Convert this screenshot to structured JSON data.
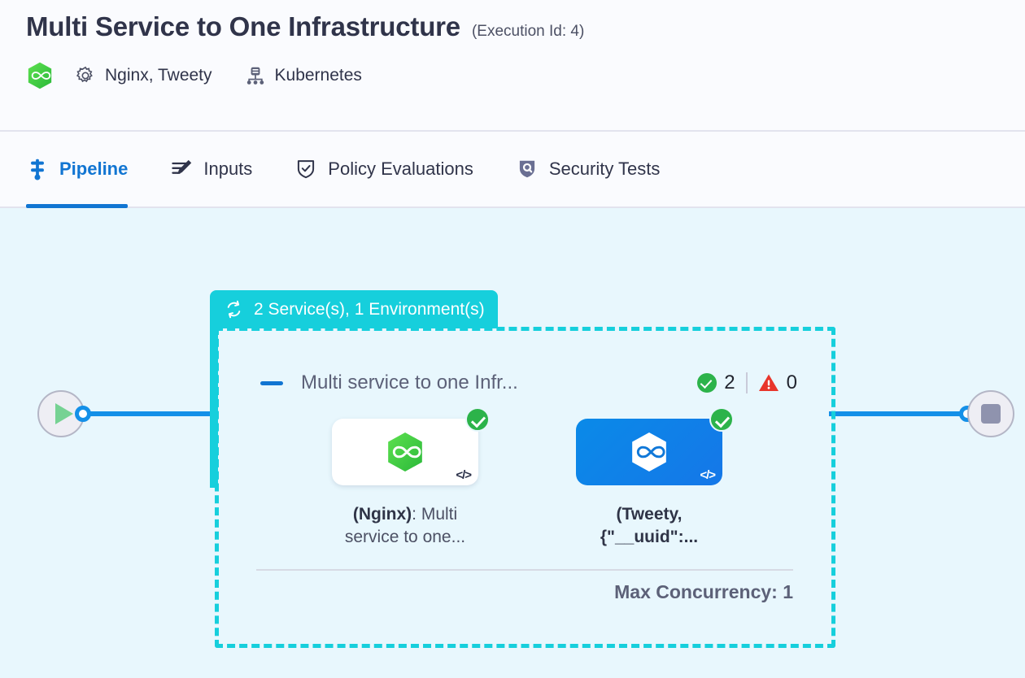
{
  "header": {
    "title": "Multi Service to One Infrastructure",
    "execution_id": "(Execution Id: 4)",
    "brand_icon": "hexagon-infinity-logo",
    "services_icon": "gear-icon",
    "services": "Nginx, Tweety",
    "infra_icon": "infrastructure-node-icon",
    "infrastructure": "Kubernetes"
  },
  "tabs": [
    {
      "label": "Pipeline",
      "icon": "pipeline-icon",
      "active": true
    },
    {
      "label": "Inputs",
      "icon": "inputs-edit-icon",
      "active": false
    },
    {
      "label": "Policy Evaluations",
      "icon": "shield-check-icon",
      "active": false
    },
    {
      "label": "Security Tests",
      "icon": "shield-security-icon",
      "active": false
    }
  ],
  "canvas": {
    "start_node": {
      "name": "start-node",
      "icon": "play-icon"
    },
    "end_node": {
      "name": "end-node",
      "icon": "stop-icon"
    },
    "group": {
      "tab_label": "2 Service(s), 1 Environment(s)",
      "tab_icon": "loop-repeat-icon",
      "collapse_icon": "collapse-minus-icon",
      "name": "Multi service to one Infr...",
      "success_count": "2",
      "error_count": "0",
      "max_concurrency": "Max Concurrency: 1",
      "cards": [
        {
          "logo": "hexagon-infinity-logo",
          "status_icon": "success-check-icon",
          "code_icon": "code-brackets-icon",
          "label_bold": "(Nginx)",
          "label_rest": ": Multi service to one...",
          "style": "light"
        },
        {
          "logo": "hexagon-infinity-logo-white",
          "status_icon": "success-check-icon",
          "code_icon": "code-brackets-icon",
          "label_bold": "(Tweety, {\"__uuid\":...",
          "label_rest": "",
          "style": "blue"
        }
      ]
    }
  },
  "colors": {
    "accent_blue": "#1175d2",
    "group_teal": "#16cfdc",
    "success_green": "#2cb34a",
    "error_red": "#e8352b",
    "canvas_bg": "#e8f7fd"
  }
}
